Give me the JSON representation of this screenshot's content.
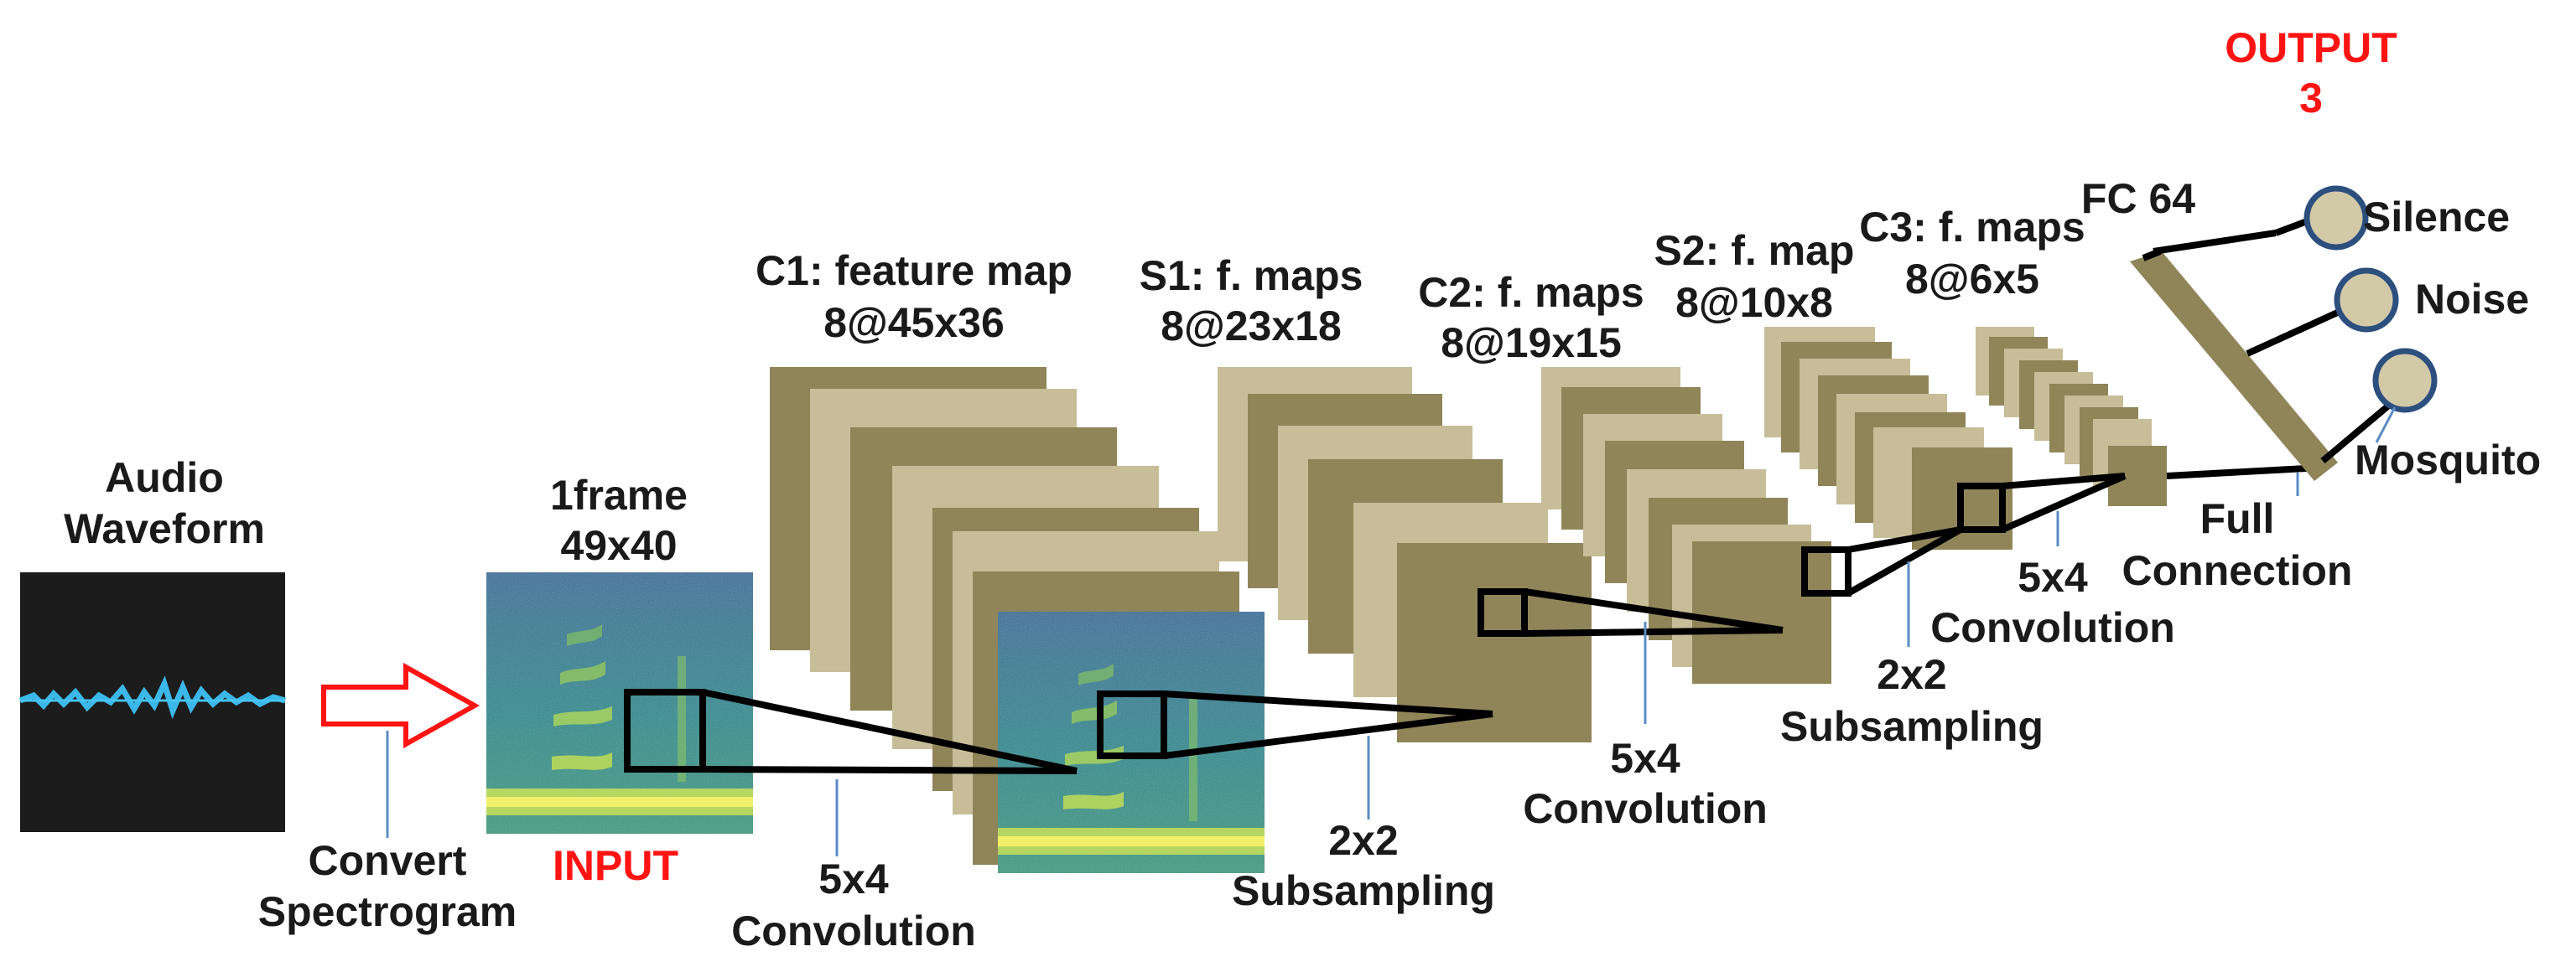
{
  "colors": {
    "dark_map": "#8f8559",
    "light_map": "#c7bd98",
    "node_fill": "#d2c9a7",
    "node_stroke": "#2c4f7e",
    "accent_red": "#ff1414",
    "connector": "#000000",
    "pointer": "#5b8cc4"
  },
  "labels": {
    "audio": [
      "Audio",
      "Waveform"
    ],
    "convert": [
      "Convert",
      "Spectrogram"
    ],
    "frame": [
      "1frame",
      "49x40"
    ],
    "input": "INPUT",
    "c1": [
      "C1: feature map",
      "8@45x36"
    ],
    "s1": [
      "S1: f. maps",
      "8@23x18"
    ],
    "c2": [
      "C2: f. maps",
      "8@19x15"
    ],
    "s2": [
      "S2: f. map",
      "8@10x8"
    ],
    "c3": [
      "C3: f. maps",
      "8@6x5"
    ],
    "fc": "FC 64",
    "output": [
      "OUTPUT",
      "3"
    ],
    "conv1": [
      "5x4",
      "Convolution"
    ],
    "sub1": [
      "2x2",
      "Subsampling"
    ],
    "conv2": [
      "5x4",
      "Convolution"
    ],
    "sub2": [
      "2x2",
      "Subsampling"
    ],
    "conv3": [
      "5x4",
      "Convolution"
    ],
    "full": [
      "Full",
      "Connection"
    ]
  },
  "outputs": [
    "Silence",
    "Noise",
    "Mosquito"
  ]
}
